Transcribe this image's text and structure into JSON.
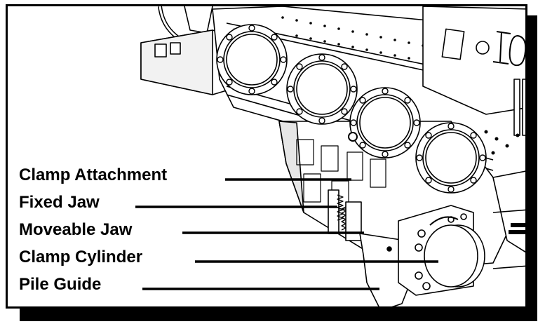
{
  "diagram": {
    "labels": [
      {
        "id": "clamp-attachment",
        "text": "Clamp Attachment"
      },
      {
        "id": "fixed-jaw",
        "text": "Fixed Jaw"
      },
      {
        "id": "moveable-jaw",
        "text": "Moveable Jaw"
      },
      {
        "id": "clamp-cylinder",
        "text": "Clamp Cylinder"
      },
      {
        "id": "pile-guide",
        "text": "Pile Guide"
      }
    ],
    "colors": {
      "ink": "#000000",
      "paper": "#ffffff",
      "shade": "#d9d9d9"
    }
  }
}
